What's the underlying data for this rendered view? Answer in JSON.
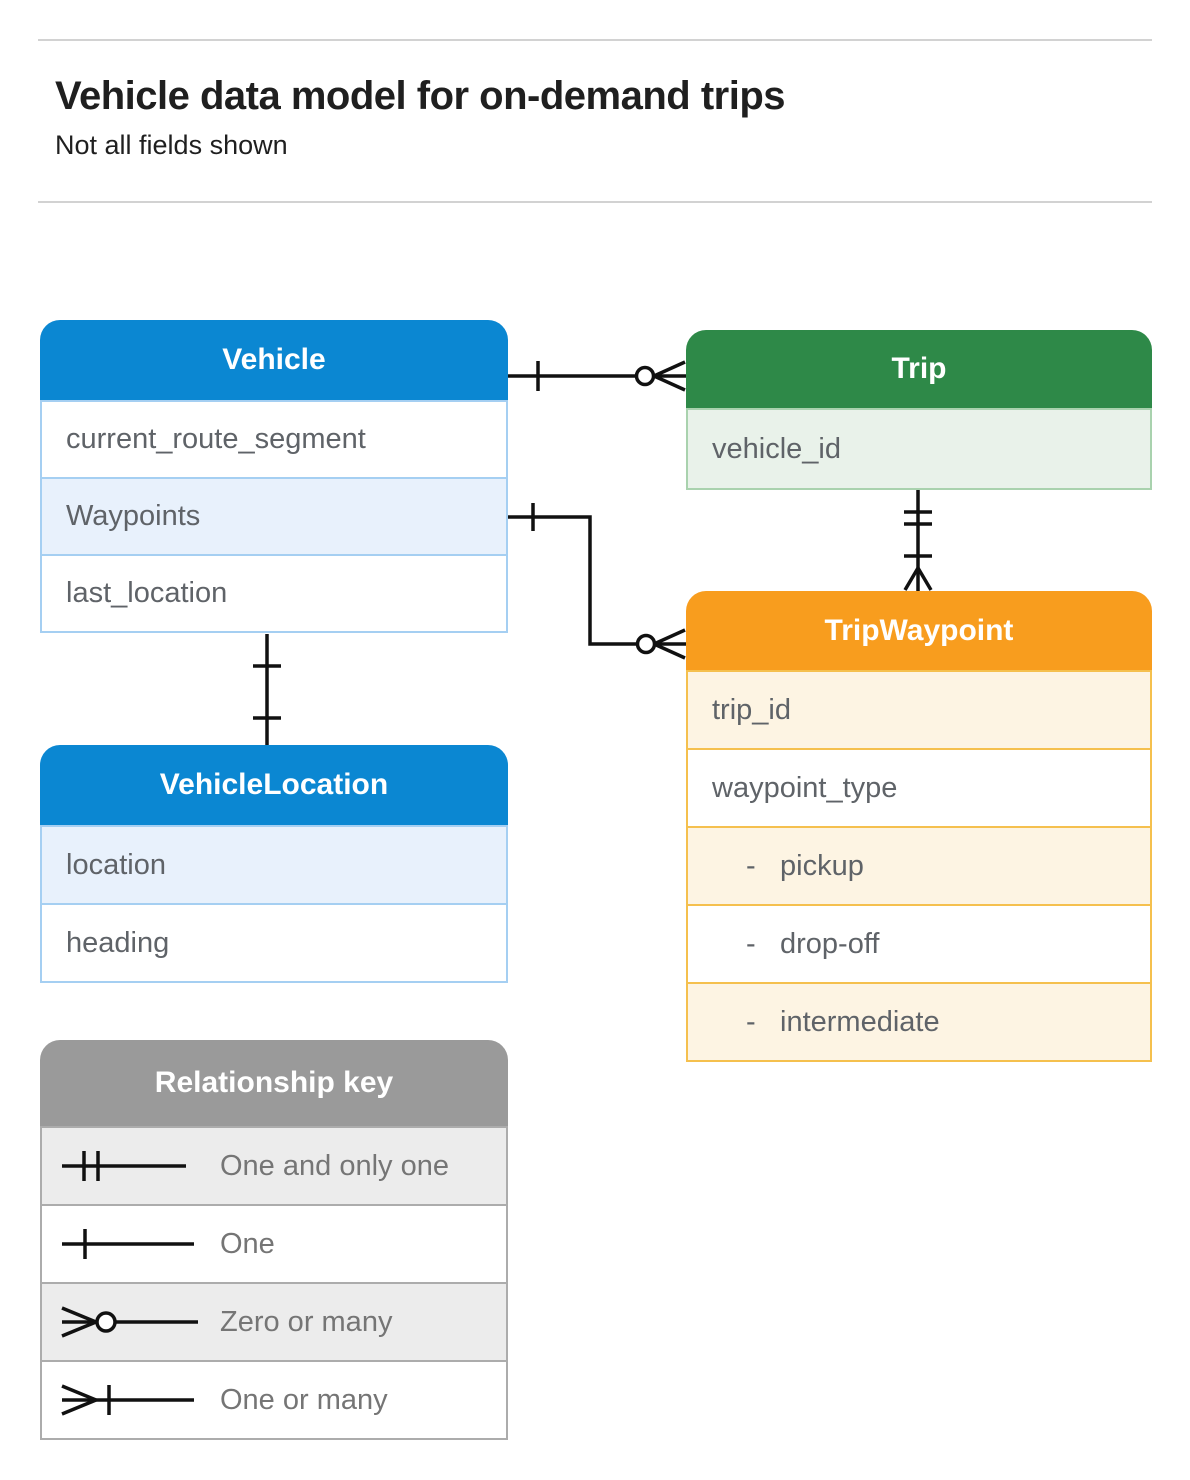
{
  "page": {
    "title": "Vehicle data model for on-demand trips",
    "subtitle": "Not all fields shown"
  },
  "entities": {
    "vehicle": {
      "title": "Vehicle",
      "fields": [
        "current_route_segment",
        "Waypoints",
        "last_location"
      ]
    },
    "trip": {
      "title": "Trip",
      "fields": [
        "vehicle_id"
      ]
    },
    "trip_waypoint": {
      "title": "TripWaypoint",
      "fields": [
        "trip_id",
        "waypoint_type",
        "pickup",
        "drop-off",
        "intermediate"
      ],
      "enum_prefix": "-"
    },
    "vehicle_location": {
      "title": "VehicleLocation",
      "fields": [
        "location",
        "heading"
      ]
    }
  },
  "legend": {
    "title": "Relationship key",
    "items": [
      {
        "symbol": "one-and-only-one",
        "label": "One and only one"
      },
      {
        "symbol": "one",
        "label": "One"
      },
      {
        "symbol": "zero-or-many",
        "label": "Zero or many"
      },
      {
        "symbol": "one-or-many",
        "label": "One or many"
      }
    ]
  },
  "relationships": [
    {
      "from": "Vehicle",
      "to": "Trip",
      "from_end": "one",
      "to_end": "zero-or-many"
    },
    {
      "from": "Vehicle.Waypoints",
      "to": "TripWaypoint",
      "from_end": "one",
      "to_end": "zero-or-many"
    },
    {
      "from": "Vehicle.last_location",
      "to": "VehicleLocation",
      "from_end": "one",
      "to_end": "one"
    },
    {
      "from": "Trip",
      "to": "TripWaypoint",
      "from_end": "one-and-only-one",
      "to_end": "one-or-many"
    }
  ],
  "colors": {
    "blue_header": "#0b87d2",
    "blue_row": "#e8f1fc",
    "blue_border": "#a5cff2",
    "green_header": "#2e8948",
    "green_row": "#e9f2ea",
    "green_border": "#a9d2ae",
    "orange_header": "#f89d1e",
    "orange_row": "#fdf4e3",
    "orange_border": "#f5c04e",
    "gray_header": "#9a9a9a",
    "gray_row": "#ececec",
    "field_text": "#5f6368",
    "connector": "#111111"
  }
}
